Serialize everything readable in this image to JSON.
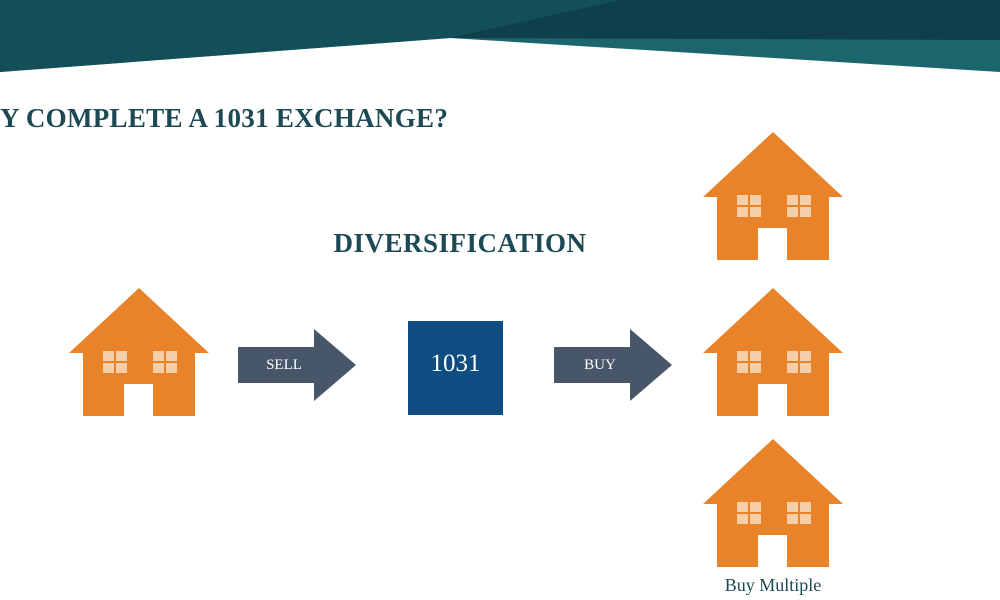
{
  "slide": {
    "title": "Y COMPLETE A 1031 EXCHANGE?",
    "subtitle": "DIVERSIFICATION",
    "sell_label": "SELL",
    "exchange_label": "1031",
    "buy_label": "BUY",
    "caption": "Buy Multiple"
  },
  "icons": {
    "source_property": "house-icon",
    "sell_arrow": "arrow-right-icon",
    "buy_arrow": "arrow-right-icon",
    "target_properties": [
      "house-icon",
      "house-icon",
      "house-icon"
    ]
  },
  "colors": {
    "banner_dark": "#0f3f4a",
    "banner_teal": "#1a666c",
    "title_text": "#1b4a54",
    "house_orange": "#e8832a",
    "house_window": "#f6cfa8",
    "arrow_gray": "#48566a",
    "exchange_blue": "#0f4c81"
  }
}
